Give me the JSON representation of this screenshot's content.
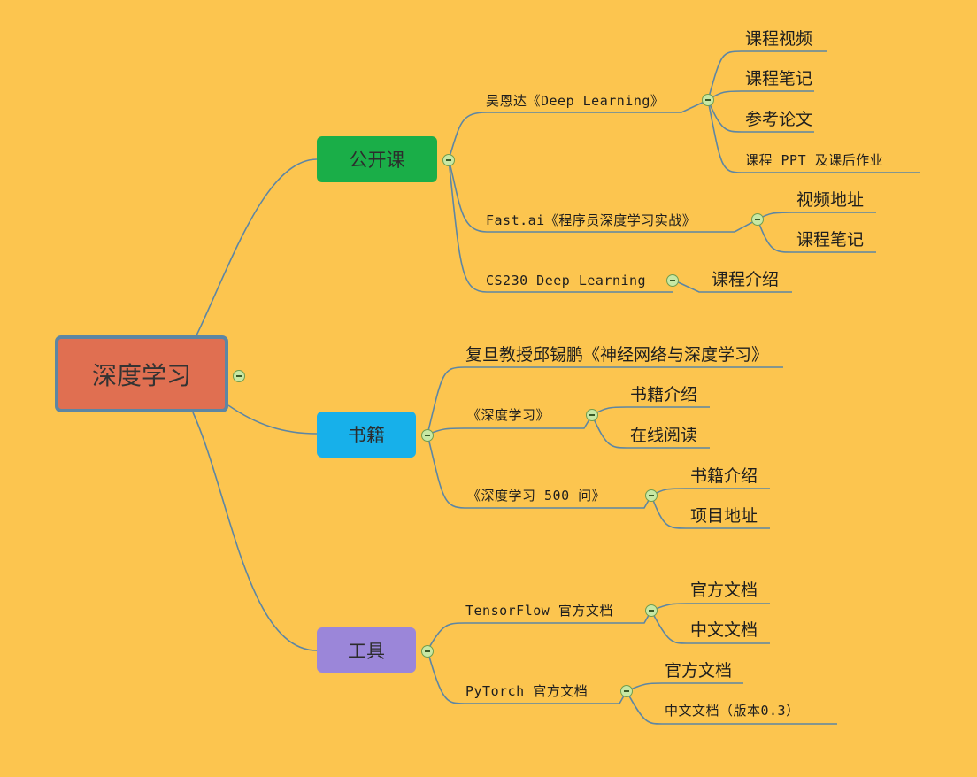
{
  "root": "深度学习",
  "branches": [
    {
      "label": "公开课",
      "children": [
        {
          "label": "吴恩达《Deep Learning》",
          "children": [
            "课程视频",
            "课程笔记",
            "参考论文",
            "课程 PPT 及课后作业"
          ]
        },
        {
          "label": "Fast.ai《程序员深度学习实战》",
          "children": [
            "视频地址",
            "课程笔记"
          ]
        },
        {
          "label": "CS230 Deep Learning",
          "children": [
            "课程介绍"
          ]
        }
      ]
    },
    {
      "label": "书籍",
      "children": [
        {
          "label": "复旦教授邱锡鹏《神经网络与深度学习》",
          "children": []
        },
        {
          "label": "《深度学习》",
          "children": [
            "书籍介绍",
            "在线阅读"
          ]
        },
        {
          "label": "《深度学习 500 问》",
          "children": [
            "书籍介绍",
            "项目地址"
          ]
        }
      ]
    },
    {
      "label": "工具",
      "children": [
        {
          "label": "TensorFlow 官方文档",
          "children": [
            "官方文档",
            "中文文档"
          ]
        },
        {
          "label": "PyTorch 官方文档",
          "children": [
            "官方文档",
            "中文文档（版本0.3）"
          ]
        }
      ]
    }
  ],
  "colors": {
    "background": "#fcc54f",
    "root": "#e06f51",
    "branch_1": "#1aae48",
    "branch_2": "#17b0ea",
    "branch_3": "#9b86d9",
    "link": "#5d86a3"
  }
}
